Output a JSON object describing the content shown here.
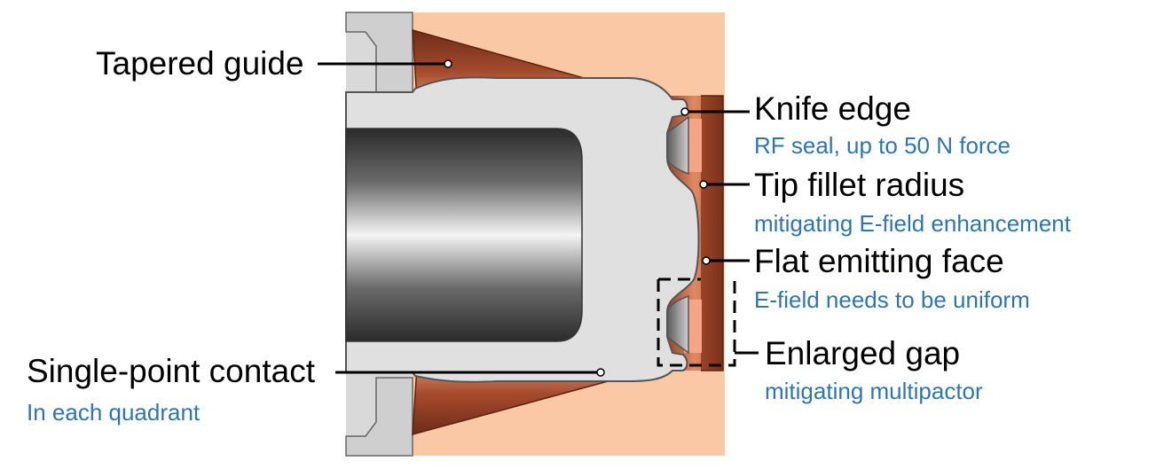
{
  "colors": {
    "annotation_text": "#000000",
    "note_text": "#2e75b6",
    "copper_block": "#fac8a5",
    "copper_dark": "#8e3f27",
    "copper_mid": "#c4643c",
    "metal_light": "#dcdcdc",
    "metal_edge": "#707070",
    "rod_dark": "#3a3a3a",
    "rod_light": "#f4f4f4"
  },
  "labels": {
    "tapered_guide": "Tapered guide",
    "knife_edge": "Knife edge",
    "knife_edge_note": "RF seal, up to 50 N force",
    "tip_fillet_radius": "Tip fillet radius",
    "tip_fillet_radius_note": "mitigating E-field enhancement",
    "flat_emitting_face": "Flat emitting face",
    "flat_emitting_face_note": "E-field needs to be uniform",
    "enlarged_gap": "Enlarged gap",
    "enlarged_gap_note": "mitigating multipactor",
    "single_point_contact": "Single-point contact",
    "single_point_contact_note": "In each quadrant"
  }
}
